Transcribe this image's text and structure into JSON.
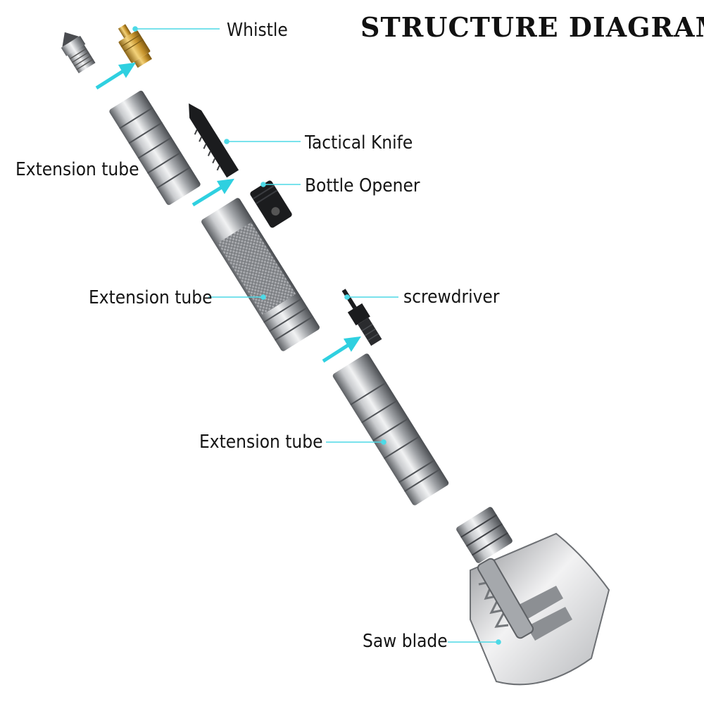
{
  "title": "STRUCTURE DIAGRAM",
  "colors": {
    "leader": "#4dd9e6",
    "arrow": "#2fd0e0",
    "steel_light": "#e2e3e5",
    "steel_mid": "#9a9ca0",
    "steel_dark": "#55585c",
    "black_part": "#1b1c1e",
    "brass": "#d4a63a"
  },
  "labels": {
    "whistle": "Whistle",
    "tactical_knife": "Tactical Knife",
    "bottle_opener": "Bottle Opener",
    "extension_tube_1": "Extension tube",
    "extension_tube_2": "Extension tube",
    "extension_tube_3": "Extension tube",
    "screwdriver": "screwdriver",
    "saw_blade": "Saw blade"
  },
  "icons": [
    "cap-icon",
    "whistle-icon",
    "knife-icon",
    "bottle-opener-icon",
    "screwdriver-icon",
    "shovel-blade-icon",
    "assembly-arrow-icon"
  ]
}
